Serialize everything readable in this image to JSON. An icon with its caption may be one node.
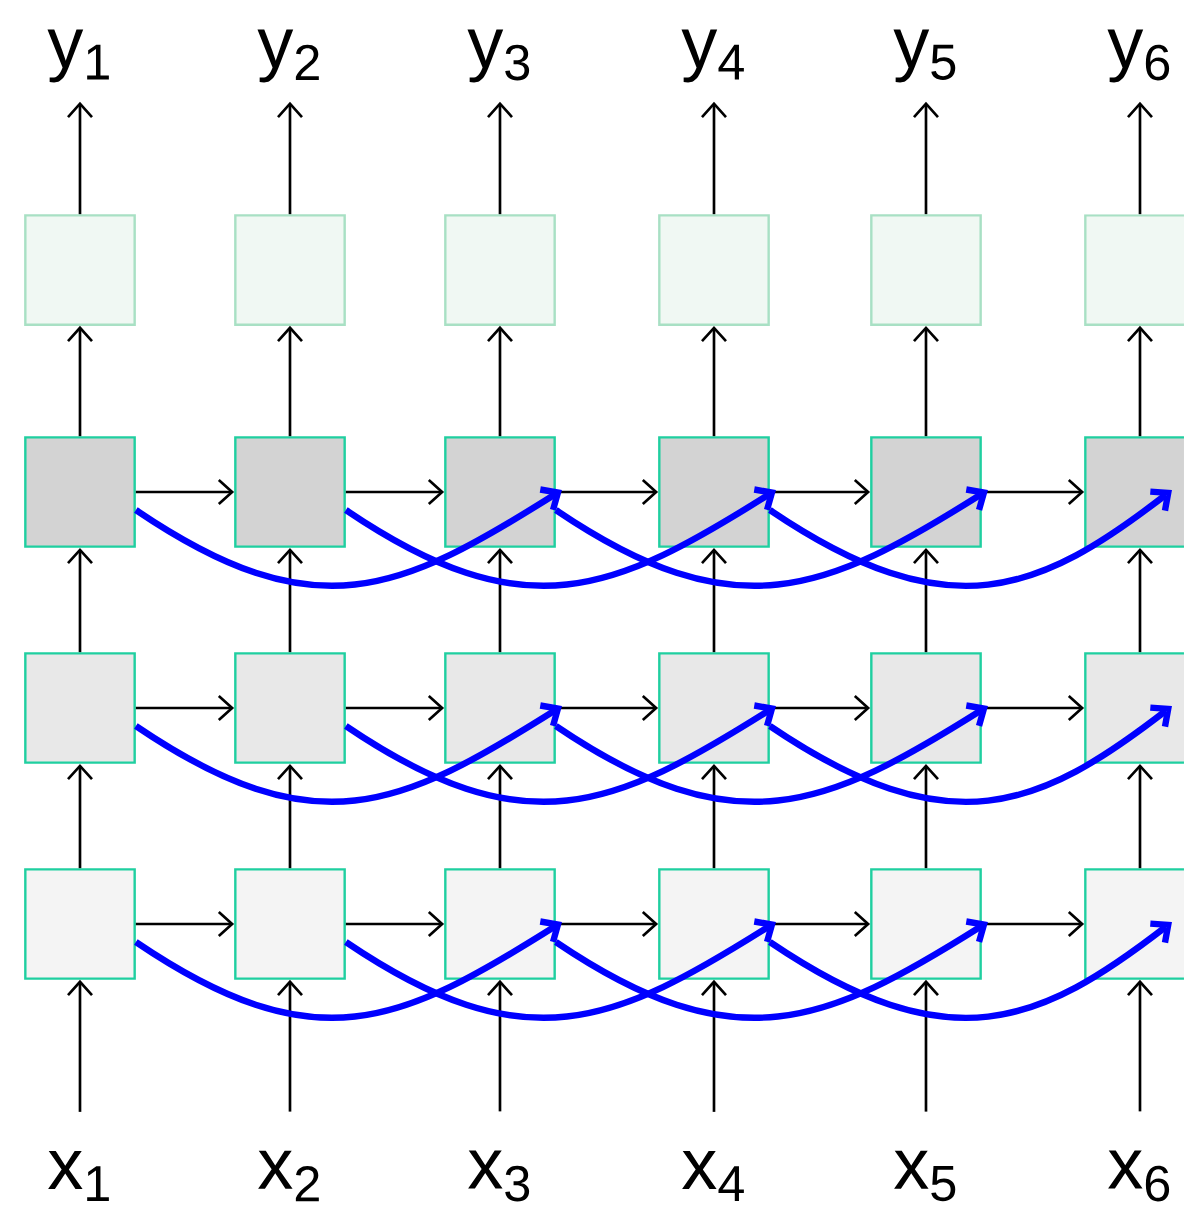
{
  "diagram": {
    "nodes": [
      {
        "text": [
          "y$_{1}$"
        ]
      },
      {
        "text": [
          "y$_{2}$"
        ]
      },
      {
        "text": [
          "y$_{3}$"
        ]
      },
      {
        "text": [
          "y$_{4}$"
        ]
      },
      {
        "text": [
          "y$_{5}$"
        ]
      },
      {
        "text": [
          "y$_{6}$"
        ]
      },
      {
        "text": [],
        "shape": "box"
      },
      {
        "text": [],
        "shape": "box"
      },
      {
        "text": [],
        "shape": "box"
      },
      {
        "text": [],
        "shape": "box"
      },
      {
        "text": [],
        "shape": "box"
      },
      {
        "text": [],
        "shape": "box"
      },
      {
        "text": [],
        "shape": "box"
      },
      {
        "text": [],
        "shape": "box"
      },
      {
        "text": [],
        "shape": "box"
      },
      {
        "text": [],
        "shape": "box"
      },
      {
        "text": [],
        "shape": "box"
      },
      {
        "text": [],
        "shape": "box"
      },
      {
        "text": [],
        "shape": "box"
      },
      {
        "text": [],
        "shape": "box"
      },
      {
        "text": [],
        "shape": "box"
      },
      {
        "text": [],
        "shape": "box"
      },
      {
        "text": [],
        "shape": "box"
      },
      {
        "text": [],
        "shape": "box"
      },
      {
        "text": [],
        "shape": "box"
      },
      {
        "text": [],
        "shape": "box"
      },
      {
        "text": [],
        "shape": "box"
      },
      {
        "text": [],
        "shape": "box"
      },
      {
        "text": [],
        "shape": "box"
      },
      {
        "text": [],
        "shape": "box"
      },
      {
        "text": [
          "x$_{1}$"
        ]
      },
      {
        "text": [
          "x$_{2}$"
        ]
      },
      {
        "text": [
          "x$_{3}$"
        ]
      },
      {
        "text": [
          "x$_{4}$"
        ]
      },
      {
        "text": [
          "x$_{5}$"
        ]
      },
      {
        "text": [
          "x$_{6}$"
        ]
      }
    ],
    "edges": [
      {
        "from": 6,
        "to": 0,
        "arrow": "to"
      },
      {
        "from": 7,
        "to": 1,
        "arrow": "to"
      },
      {
        "from": 8,
        "to": 2,
        "arrow": "to"
      },
      {
        "from": 9,
        "to": 3,
        "arrow": "to"
      },
      {
        "from": 10,
        "to": 4,
        "arrow": "to"
      },
      {
        "from": 11,
        "to": 5,
        "arrow": "to"
      },
      {
        "from": 12,
        "to": 6,
        "arrow": "to"
      },
      {
        "from": 13,
        "to": 7,
        "arrow": "to"
      },
      {
        "from": 14,
        "to": 8,
        "arrow": "to"
      },
      {
        "from": 15,
        "to": 9,
        "arrow": "to"
      },
      {
        "from": 16,
        "to": 10,
        "arrow": "to"
      },
      {
        "from": 17,
        "to": 11,
        "arrow": "to"
      },
      {
        "from": 18,
        "to": 12,
        "arrow": "to"
      },
      {
        "from": 19,
        "to": 13,
        "arrow": "to"
      },
      {
        "from": 20,
        "to": 14,
        "arrow": "to"
      },
      {
        "from": 21,
        "to": 15,
        "arrow": "to"
      },
      {
        "from": 22,
        "to": 16,
        "arrow": "to"
      },
      {
        "from": 23,
        "to": 17,
        "arrow": "to"
      },
      {
        "from": 24,
        "to": 18,
        "arrow": "to"
      },
      {
        "from": 25,
        "to": 19,
        "arrow": "to"
      },
      {
        "from": 26,
        "to": 20,
        "arrow": "to"
      },
      {
        "from": 27,
        "to": 21,
        "arrow": "to"
      },
      {
        "from": 28,
        "to": 22,
        "arrow": "to"
      },
      {
        "from": 29,
        "to": 23,
        "arrow": "to"
      },
      {
        "from": 30,
        "to": 24,
        "arrow": "to"
      },
      {
        "from": 31,
        "to": 25,
        "arrow": "to"
      },
      {
        "from": 32,
        "to": 26,
        "arrow": "to"
      },
      {
        "from": 33,
        "to": 27,
        "arrow": "to"
      },
      {
        "from": 34,
        "to": 28,
        "arrow": "to"
      },
      {
        "from": 35,
        "to": 29,
        "arrow": "to"
      },
      {
        "from": 12,
        "to": 13,
        "arrow": "to"
      },
      {
        "from": 13,
        "to": 14,
        "arrow": "to"
      },
      {
        "from": 14,
        "to": 15,
        "arrow": "to"
      },
      {
        "from": 15,
        "to": 16,
        "arrow": "to"
      },
      {
        "from": 16,
        "to": 17,
        "arrow": "to"
      },
      {
        "from": 18,
        "to": 19,
        "arrow": "to"
      },
      {
        "from": 19,
        "to": 20,
        "arrow": "to"
      },
      {
        "from": 20,
        "to": 21,
        "arrow": "to"
      },
      {
        "from": 21,
        "to": 22,
        "arrow": "to"
      },
      {
        "from": 22,
        "to": 23,
        "arrow": "to"
      },
      {
        "from": 24,
        "to": 25,
        "arrow": "to"
      },
      {
        "from": 25,
        "to": 26,
        "arrow": "to"
      },
      {
        "from": 26,
        "to": 27,
        "arrow": "to"
      },
      {
        "from": 27,
        "to": 28,
        "arrow": "to"
      },
      {
        "from": 28,
        "to": 29,
        "arrow": "to"
      },
      {
        "from": 12,
        "to": 14,
        "arrow": "to",
        "style": "thick",
        "color": "#0000ff"
      },
      {
        "from": 13,
        "to": 15,
        "arrow": "to",
        "style": "thick",
        "color": "#0000ff"
      },
      {
        "from": 14,
        "to": 16,
        "arrow": "to",
        "style": "thick",
        "color": "#0000ff"
      },
      {
        "from": 15,
        "to": 17,
        "arrow": "to",
        "style": "thick",
        "color": "#0000ff"
      },
      {
        "from": 18,
        "to": 20,
        "arrow": "to",
        "style": "thick",
        "color": "#0000ff"
      },
      {
        "from": 19,
        "to": 21,
        "arrow": "to",
        "style": "thick",
        "color": "#0000ff"
      },
      {
        "from": 20,
        "to": 22,
        "arrow": "to",
        "style": "thick",
        "color": "#0000ff"
      },
      {
        "from": 21,
        "to": 23,
        "arrow": "to",
        "style": "thick",
        "color": "#0000ff"
      },
      {
        "from": 24,
        "to": 26,
        "arrow": "to",
        "style": "thick",
        "color": "#0000ff"
      },
      {
        "from": 25,
        "to": 27,
        "arrow": "to",
        "style": "thick",
        "color": "#0000ff"
      },
      {
        "from": 26,
        "to": 28,
        "arrow": "to",
        "style": "thick",
        "color": "#0000ff"
      },
      {
        "from": 27,
        "to": 29,
        "arrow": "to",
        "style": "thick",
        "color": "#0000ff"
      }
    ]
  }
}
